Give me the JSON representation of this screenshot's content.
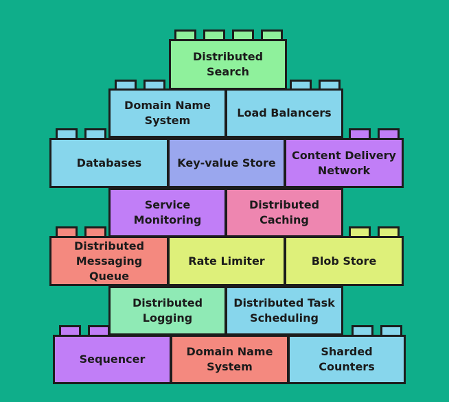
{
  "palette": {
    "background": "#0fae8a",
    "green": "#8ff19c",
    "sky": "#87d6ec",
    "periwinkle": "#9aa7ee",
    "purple": "#c17ef7",
    "pink": "#ee86b0",
    "salmon": "#f4897f",
    "lime": "#def07a",
    "mint": "#8feab5"
  },
  "bricks": [
    {
      "id": "distributed-search",
      "label": "Distributed\nSearch",
      "color": "green"
    },
    {
      "id": "domain-name-system-top",
      "label": "Domain Name\nSystem",
      "color": "sky"
    },
    {
      "id": "load-balancers",
      "label": "Load Balancers",
      "color": "sky"
    },
    {
      "id": "databases",
      "label": "Databases",
      "color": "sky"
    },
    {
      "id": "key-value-store",
      "label": "Key-value Store",
      "color": "periwinkle"
    },
    {
      "id": "content-delivery-network",
      "label": "Content Delivery\nNetwork",
      "color": "purple"
    },
    {
      "id": "service-monitoring",
      "label": "Service\nMonitoring",
      "color": "purple"
    },
    {
      "id": "distributed-caching",
      "label": "Distributed\nCaching",
      "color": "pink"
    },
    {
      "id": "distributed-messaging-queue",
      "label": "Distributed\nMessaging Queue",
      "color": "salmon"
    },
    {
      "id": "rate-limiter",
      "label": "Rate Limiter",
      "color": "lime"
    },
    {
      "id": "blob-store",
      "label": "Blob Store",
      "color": "lime"
    },
    {
      "id": "distributed-logging",
      "label": "Distributed\nLogging",
      "color": "mint"
    },
    {
      "id": "distributed-task-scheduling",
      "label": "Distributed Task\nScheduling",
      "color": "sky"
    },
    {
      "id": "sequencer",
      "label": "Sequencer",
      "color": "purple"
    },
    {
      "id": "domain-name-system-bottom",
      "label": "Domain Name\nSystem",
      "color": "salmon"
    },
    {
      "id": "sharded-counters",
      "label": "Sharded\nCounters",
      "color": "sky"
    }
  ]
}
